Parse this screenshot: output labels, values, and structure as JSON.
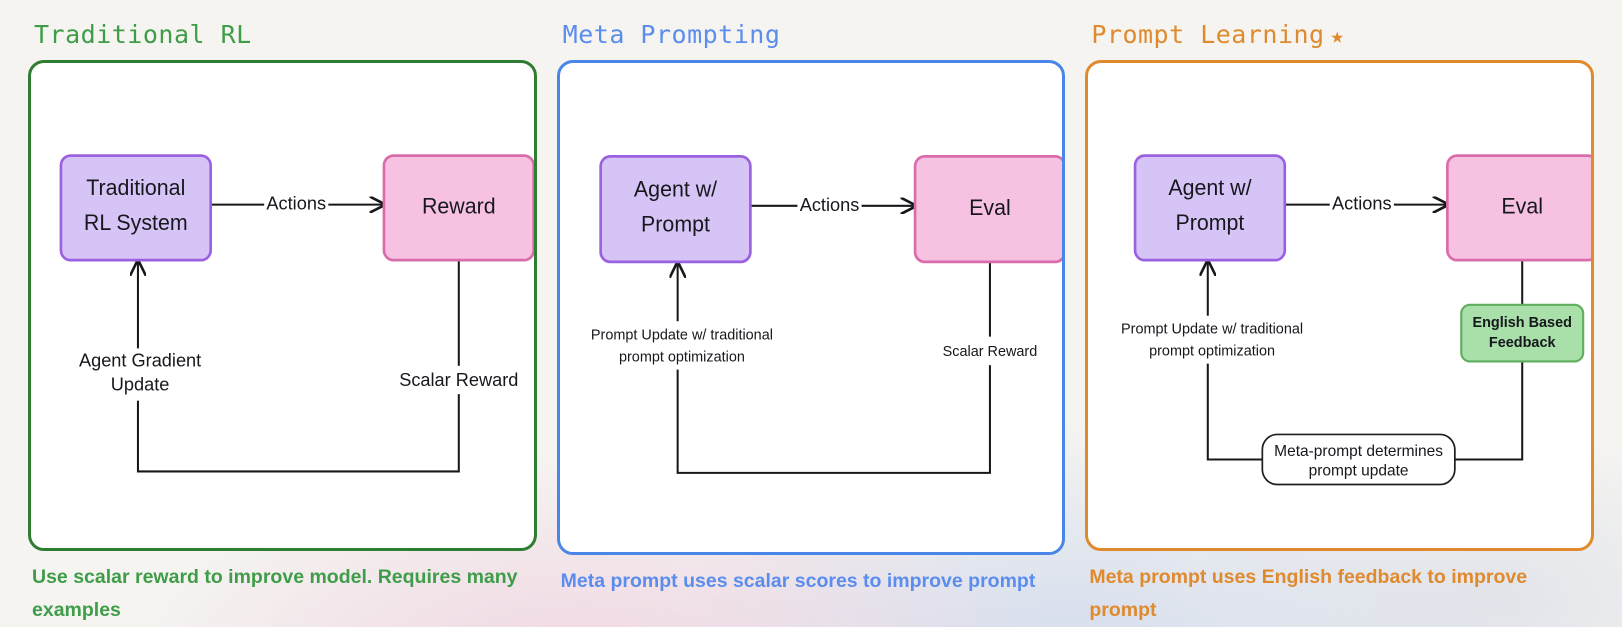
{
  "theme": {
    "page_background": "#f5f4f1",
    "green": "#3f9d4a",
    "green_border": "#2f7d32",
    "blue": "#5b8dee",
    "blue_border": "#4a86e8",
    "orange": "#e08a2e",
    "purple_fill": "#d7c4f7",
    "purple_border": "#9a62e0",
    "pink_fill": "#f7c2e2",
    "pink_border": "#d96cab",
    "green_fill": "#a9dfa8",
    "green_node_border": "#5fae5f",
    "edge_color": "#17181b"
  },
  "panels": [
    {
      "id": "traditional-rl",
      "title": "Traditional RL",
      "star": "",
      "caption": "Use scalar reward to improve model. Requires many examples",
      "nodes": {
        "agent": "Traditional RL System",
        "agent_line1": "Traditional",
        "agent_line2": "RL System",
        "evaluator": "Reward"
      },
      "edges": {
        "forward": "Actions",
        "feedback_up_line1": "Agent Gradient",
        "feedback_up_line2": "Update",
        "feedback_down": "Scalar Reward"
      }
    },
    {
      "id": "meta-prompting",
      "title": "Meta Prompting",
      "star": "",
      "caption": "Meta prompt uses scalar scores to improve prompt",
      "nodes": {
        "agent": "Agent w/ Prompt",
        "agent_line1": "Agent w/",
        "agent_line2": "Prompt",
        "evaluator": "Eval"
      },
      "edges": {
        "forward": "Actions",
        "feedback_up_line1": "Prompt Update w/ traditional",
        "feedback_up_line2": "prompt optimization",
        "feedback_down": "Scalar Reward"
      }
    },
    {
      "id": "prompt-learning",
      "title": "Prompt Learning",
      "star": "★",
      "caption": "Meta prompt uses English feedback to improve prompt",
      "nodes": {
        "agent": "Agent w/ Prompt",
        "agent_line1": "Agent w/",
        "agent_line2": "Prompt",
        "evaluator": "Eval",
        "feedback_box_line1": "English Based",
        "feedback_box_line2": "Feedback",
        "meta_box_line1": "Meta-prompt determines",
        "meta_box_line2": "prompt update"
      },
      "edges": {
        "forward": "Actions",
        "feedback_up_line1": "Prompt Update w/ traditional",
        "feedback_up_line2": "prompt optimization"
      }
    }
  ]
}
